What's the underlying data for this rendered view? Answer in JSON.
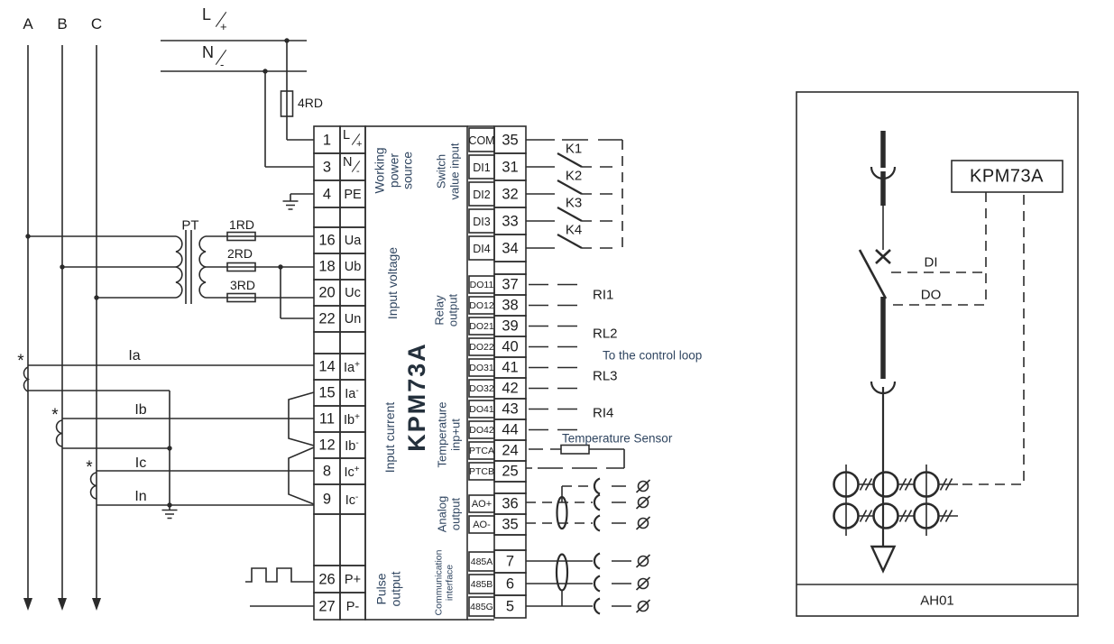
{
  "supply": {
    "phase_labels": [
      "A",
      "B",
      "C"
    ],
    "line_l": {
      "letter": "L",
      "sign": "+"
    },
    "line_n": {
      "letter": "N",
      "sign": "-"
    },
    "aux_fuse": "4RD",
    "pt_label": "PT",
    "pt_fuses": [
      "1RD",
      "2RD",
      "3RD"
    ],
    "ct_wire_labels": [
      "Ia",
      "Ib",
      "Ic",
      "In"
    ],
    "polarity_mark": "*"
  },
  "meter": {
    "model": "KPM73A",
    "group_labels": {
      "working_power": [
        "Working",
        "power",
        "source"
      ],
      "input_voltage": "Input voltage",
      "input_current": "Input current",
      "pulse_output": [
        "Pulse",
        "output"
      ],
      "switch_value_input": [
        "Switch",
        "value input"
      ],
      "relay_output": [
        "Relay",
        "output"
      ],
      "temperature_input": [
        "Temperature",
        "inp+ut"
      ],
      "analog_output": [
        "Analog",
        "output"
      ],
      "communication_interface": [
        "Communication",
        "interface"
      ]
    },
    "left_terminals": [
      {
        "num": "1",
        "type": "slash",
        "letter": "L",
        "sign": "+"
      },
      {
        "num": "3",
        "type": "slash",
        "letter": "N",
        "sign": "-"
      },
      {
        "num": "4",
        "label": "PE"
      },
      {
        "num": "16",
        "label": "Ua"
      },
      {
        "num": "18",
        "label": "Ub"
      },
      {
        "num": "20",
        "label": "Uc"
      },
      {
        "num": "22",
        "label": "Un"
      },
      {
        "num": "14",
        "label": "Ia",
        "sup": "+"
      },
      {
        "num": "15",
        "label": "Ia",
        "sup": "-"
      },
      {
        "num": "11",
        "label": "Ib",
        "sup": "+"
      },
      {
        "num": "12",
        "label": "Ib",
        "sup": "-"
      },
      {
        "num": "8",
        "label": "Ic",
        "sup": "+"
      },
      {
        "num": "9",
        "label": "Ic",
        "sup": "-"
      },
      {
        "num": "26",
        "label": "P+"
      },
      {
        "num": "27",
        "label": "P-"
      }
    ],
    "right_terminals": [
      {
        "label": "COM",
        "num": "35"
      },
      {
        "label": "DI1",
        "num": "31"
      },
      {
        "label": "DI2",
        "num": "32"
      },
      {
        "label": "DI3",
        "num": "33"
      },
      {
        "label": "DI4",
        "num": "34"
      },
      {
        "label": "DO11",
        "num": "37"
      },
      {
        "label": "DO12",
        "num": "38"
      },
      {
        "label": "DO21",
        "num": "39"
      },
      {
        "label": "DO22",
        "num": "40"
      },
      {
        "label": "DO31",
        "num": "41"
      },
      {
        "label": "DO32",
        "num": "42"
      },
      {
        "label": "DO41",
        "num": "43"
      },
      {
        "label": "DO42",
        "num": "44"
      },
      {
        "label": "PTCA",
        "num": "24"
      },
      {
        "label": "PTCB",
        "num": "25"
      },
      {
        "label": "AO+",
        "num": "36"
      },
      {
        "label": "AO-",
        "num": "35"
      },
      {
        "label": "485A",
        "num": "7"
      },
      {
        "label": "485B",
        "num": "6"
      },
      {
        "label": "485G",
        "num": "5"
      }
    ]
  },
  "right_side": {
    "switch_labels": [
      "K1",
      "K2",
      "K3",
      "K4"
    ],
    "relay_labels": [
      "RI1",
      "RL2",
      "RL3",
      "RI4"
    ],
    "control_note": "To the control loop",
    "temperature_sensor": "Temperature Sensor"
  },
  "cabinet": {
    "device_ref": "KPM73A",
    "di_label": "DI",
    "do_label": "DO",
    "cabinet_name": "AH01"
  }
}
